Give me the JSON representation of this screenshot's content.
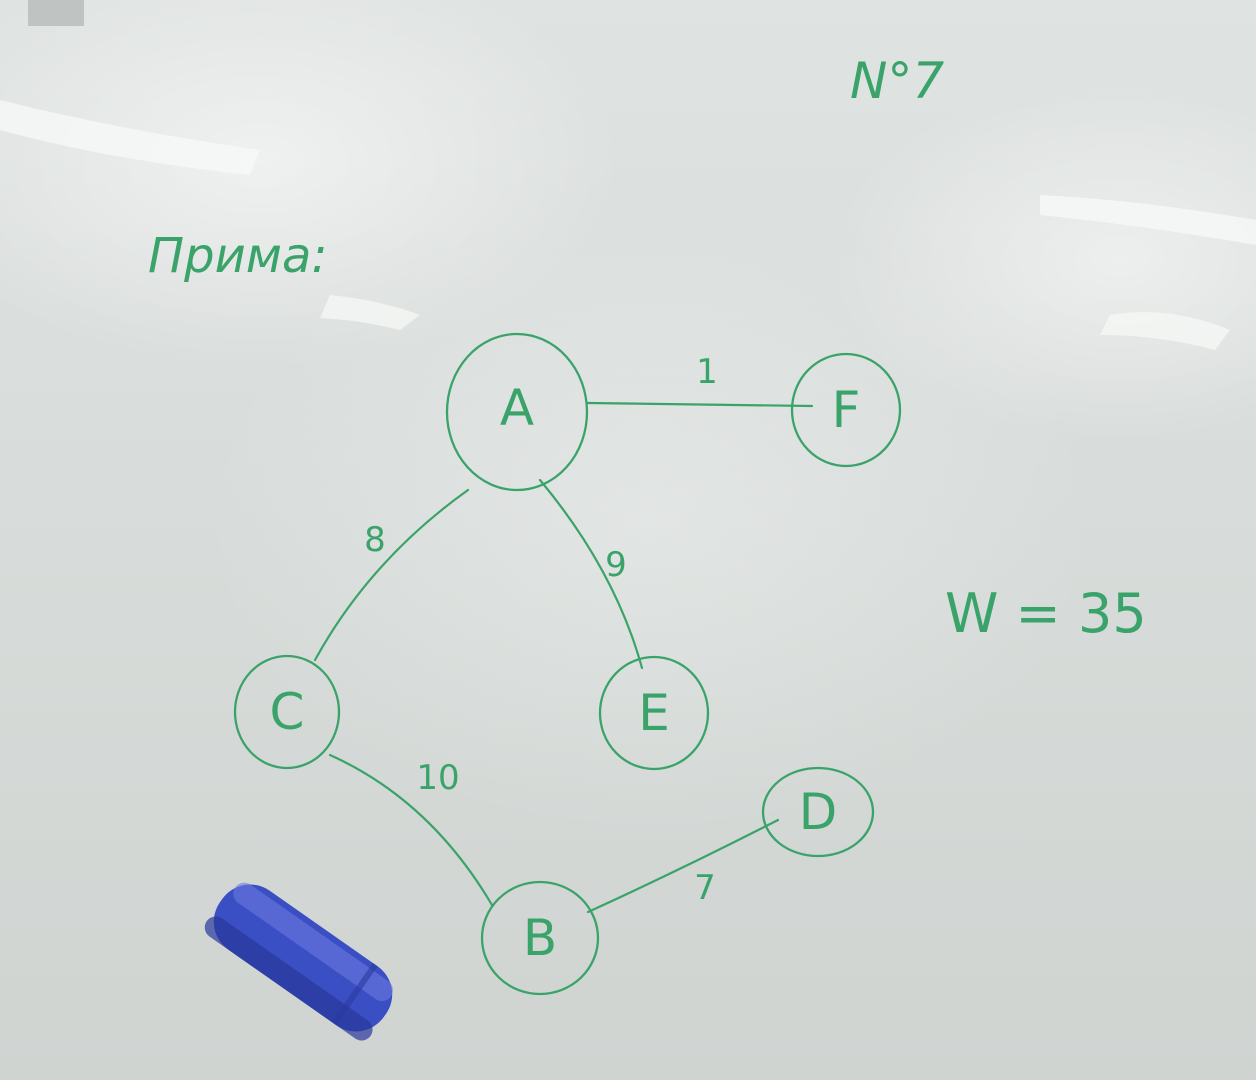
{
  "board": {
    "top_right_note": "N°7",
    "title": "Прима:",
    "weight_label": "W = 35"
  },
  "graph": {
    "nodes": [
      {
        "id": "A",
        "label": "A"
      },
      {
        "id": "F",
        "label": "F"
      },
      {
        "id": "C",
        "label": "C"
      },
      {
        "id": "E",
        "label": "E"
      },
      {
        "id": "D",
        "label": "D"
      },
      {
        "id": "B",
        "label": "B"
      }
    ],
    "edges": [
      {
        "from": "A",
        "to": "F",
        "weight": "1"
      },
      {
        "from": "A",
        "to": "C",
        "weight": "8"
      },
      {
        "from": "A",
        "to": "E",
        "weight": "9"
      },
      {
        "from": "C",
        "to": "B",
        "weight": "10"
      },
      {
        "from": "B",
        "to": "D",
        "weight": "7"
      }
    ]
  },
  "marker": {
    "icon": "dry-erase-marker-icon",
    "color": "#3b4fc4"
  },
  "colors": {
    "ink": "#3aa36a",
    "board": "#dfe3e1"
  }
}
